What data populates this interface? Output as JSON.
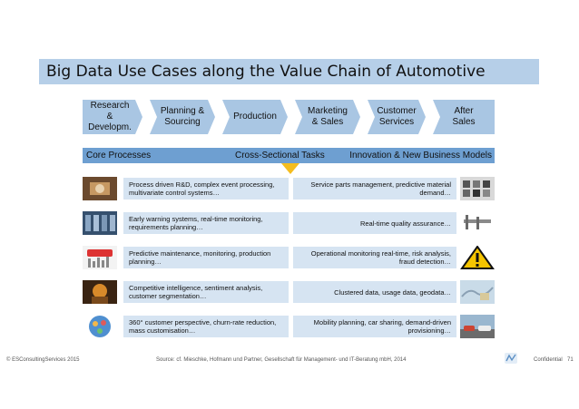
{
  "title": "Big Data Use Cases along the Value Chain of Automotive",
  "value_chain": [
    "Research &\nDevelopm.",
    "Planning &\nSourcing",
    "Production",
    "Marketing\n& Sales",
    "Customer\nServices",
    "After Sales"
  ],
  "band": {
    "left": "Core Processes",
    "center": "Cross-Sectional Tasks",
    "right": "Innovation & New Business Models"
  },
  "use_cases": {
    "left": [
      "Process driven R&D, complex event processing, multivariate control systems…",
      "Early warning systems, real-time monitoring, requirements planning…",
      "Predictive maintenance, monitoring, production planning…",
      "Competitive intelligence, sentiment analysis, customer segmentation…",
      "360° customer perspective, churn-rate reduction, mass customisation…"
    ],
    "right": [
      "Service parts management, predictive material demand…",
      "Real-time quality assurance…",
      "Operational monitoring real-time, risk analysis, fraud detection…",
      "Clustered data, usage data, geodata…",
      "Mobility planning, car sharing, demand-driven provisioning…"
    ]
  },
  "thumbnails": {
    "left": [
      "rnd-photo-icon",
      "warning-systems-photo-icon",
      "analysis-photo-icon",
      "intelligence-photo-icon",
      "customer-globe-icon"
    ],
    "right": [
      "parts-photo-icon",
      "caliper-icon",
      "warning-sign-icon",
      "map-icon",
      "cars-photo-icon"
    ]
  },
  "footer": {
    "copyright": "© ESConsultingServices 2015",
    "source": "Source: cf. Mieschke, Hofmann und Partner, Gesellschaft für Management- und IT-Beratung mbH, 2014",
    "confidential": "Confidential",
    "page": "71"
  },
  "colors": {
    "title_bg": "#b6cfe8",
    "chevron_bg": "#a9c6e3",
    "band_bg": "#6e9fd1",
    "case_bg": "#d6e4f2",
    "marker": "#f5bd1f"
  }
}
